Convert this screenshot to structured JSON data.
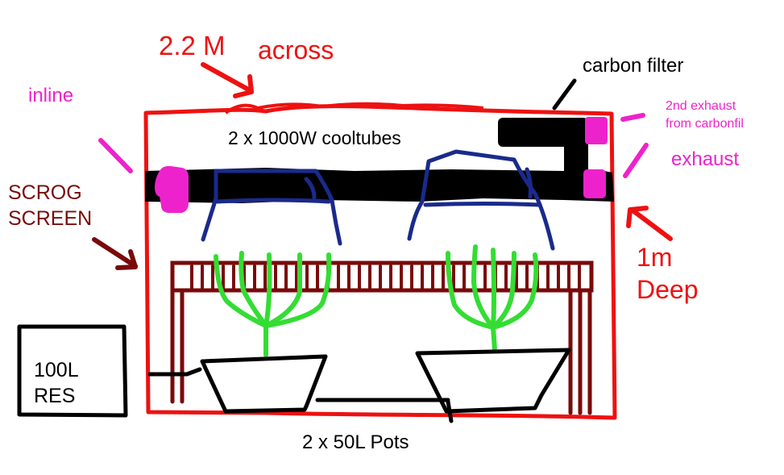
{
  "labels": {
    "width": "2.2 M",
    "across": "across",
    "carbon_filter": "carbon filter",
    "inline": "inline",
    "second_exhaust_line1": "2nd exhaust",
    "second_exhaust_line2": "from carbonfil",
    "cooltubes": "2 x 1000W cooltubes",
    "exhaust": "exhaust",
    "scrog_line1": "SCROG",
    "scrog_line2": "SCREEN",
    "depth_line1": "1m",
    "depth_line2": "Deep",
    "res_line1": "100L",
    "res_line2": "RES",
    "pots": "2 x 50L Pots"
  },
  "colors": {
    "tent_outline": "#ee1111",
    "ducting": "#000000",
    "fans": "#ee22cc",
    "light_reflectors": "#1a2a8c",
    "plants": "#33dd33",
    "scrog_frame": "#7a0a0a",
    "pots_and_reservoir": "#000000"
  },
  "icons": [
    "inline-fan-icon",
    "exhaust-fan-icon",
    "carbon-filter-icon",
    "cooltube-light-icon",
    "plant-icon",
    "pot-icon",
    "arrow-icon"
  ]
}
